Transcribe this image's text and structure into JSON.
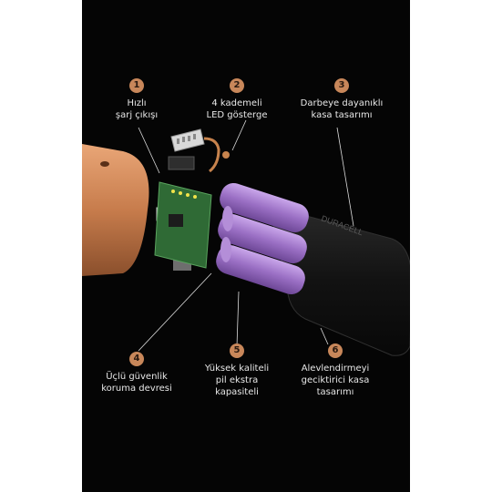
{
  "brand": "DURACELL",
  "callouts": [
    {
      "number": "1",
      "label": "Hızlı\nşarj çıkışı"
    },
    {
      "number": "2",
      "label": "4 kademeli\nLED gösterge"
    },
    {
      "number": "3",
      "label": "Darbeye dayanıklı\nkasa tasarımı"
    },
    {
      "number": "4",
      "label": "Üçlü güvenlik\nkoruma devresi"
    },
    {
      "number": "5",
      "label": "Yüksek kaliteli\npil ekstra\nkapasiteli"
    },
    {
      "number": "6",
      "label": "Alevlendirmeyi\ngeciktirici kasa\ntasarımı"
    }
  ],
  "colors": {
    "background": "#050505",
    "accent": "#c8875a",
    "copper": "#d08a5a",
    "battery": "#9a6fc4",
    "pcb": "#2f6a35",
    "casing": "#151515"
  }
}
